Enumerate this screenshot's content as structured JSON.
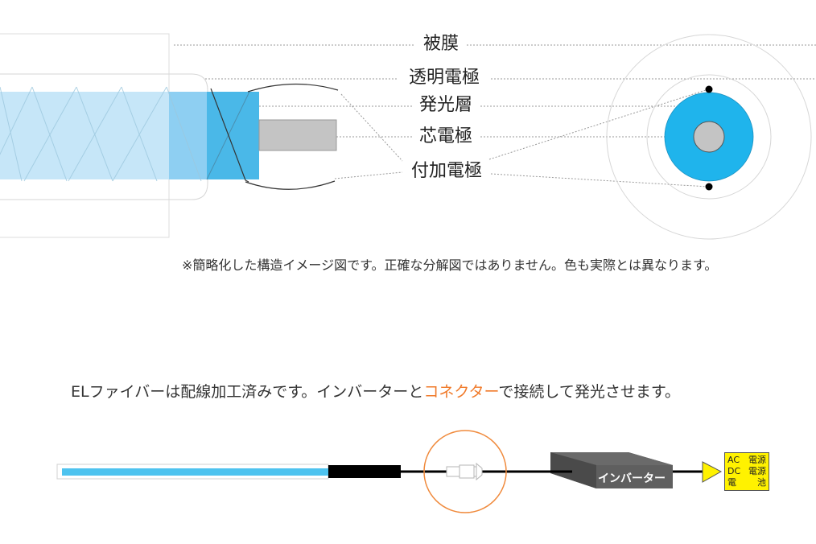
{
  "diagram": {
    "labels": {
      "sheath": "被膜",
      "transparent_electrode": "透明電極",
      "emissive_layer": "発光層",
      "core_electrode": "芯電極",
      "additional_electrode": "付加電極"
    },
    "note": "※簡略化した構造イメージ図です。正確な分解図ではありません。色も実際とは異なります。",
    "colors": {
      "sheath_border": "#d9d9d9",
      "transparent_fill_light": "#c6e6f8",
      "transparent_fill_mid": "#8ecff2",
      "emissive_blue": "#4ab8e8",
      "cross_section_blue": "#1fb4ec",
      "core_gray": "#c4c4c4",
      "dot_black": "#000000"
    }
  },
  "wiring": {
    "headline_pre": "ELファイバーは配線加工済みです。インバーターと",
    "headline_highlight": "コネクター",
    "headline_post": "で接続して発光させます。",
    "inverter_label": "インバーター",
    "power_source": {
      "line1_left": "AC",
      "line1_right": "電源",
      "line2_left": "DC",
      "line2_right": "電源",
      "line3_left": "電",
      "line3_right": "池"
    },
    "colors": {
      "highlight_orange": "#f07a2a",
      "fiber_blue": "#4ec3ef",
      "inverter_gray": "#5a5a5a",
      "power_yellow": "#fff200"
    }
  }
}
